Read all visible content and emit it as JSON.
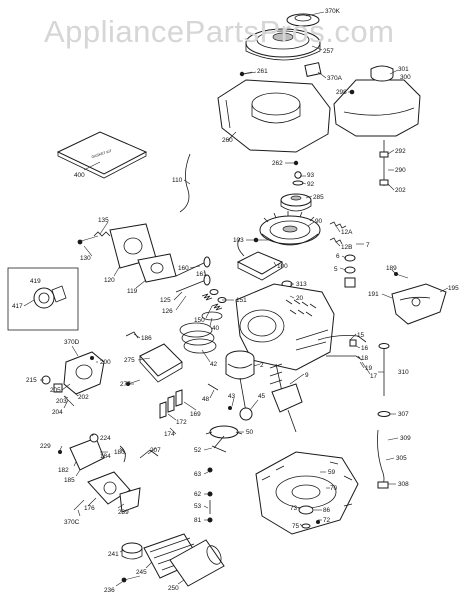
{
  "watermark": "AppliancePartsPros.com",
  "card_label": "GASKET KIT",
  "part_labels": [
    "370K",
    "257",
    "261",
    "370A",
    "301",
    "300",
    "298",
    "260",
    "292",
    "290",
    "202",
    "400",
    "262",
    "93",
    "92",
    "285",
    "90",
    "12A",
    "12B",
    "7",
    "110",
    "135",
    "130",
    "120",
    "119",
    "103",
    "160",
    "161",
    "100",
    "313",
    "6",
    "5",
    "20",
    "189",
    "191",
    "195",
    "419",
    "417",
    "125",
    "126",
    "150",
    "151",
    "40",
    "15",
    "16",
    "186",
    "18",
    "19",
    "370D",
    "200",
    "205",
    "215",
    "203",
    "204",
    "202",
    "275",
    "277",
    "42",
    "2",
    "9",
    "17",
    "310",
    "45",
    "48",
    "43",
    "307",
    "172",
    "174",
    "169",
    "50",
    "59",
    "70",
    "309",
    "229",
    "182",
    "185",
    "184",
    "180",
    "207",
    "224",
    "52",
    "63",
    "62",
    "53",
    "305",
    "308",
    "176",
    "370C",
    "239",
    "73",
    "75",
    "72",
    "86",
    "81",
    "241",
    "245",
    "250",
    "236"
  ]
}
